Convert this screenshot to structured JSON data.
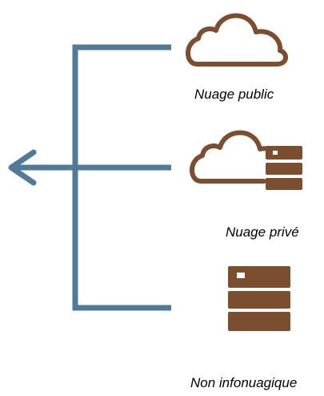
{
  "colors": {
    "connector": "#517a98",
    "icon": "#7b4e30",
    "server_highlight": "#ffffff",
    "text": "#000000"
  },
  "items": [
    {
      "label": "Nuage public",
      "icon": "cloud-icon"
    },
    {
      "label": "Nuage privé",
      "icon": "cloud-with-server-icon"
    },
    {
      "label": "Non infonuagique",
      "icon": "server-stack-icon"
    }
  ]
}
